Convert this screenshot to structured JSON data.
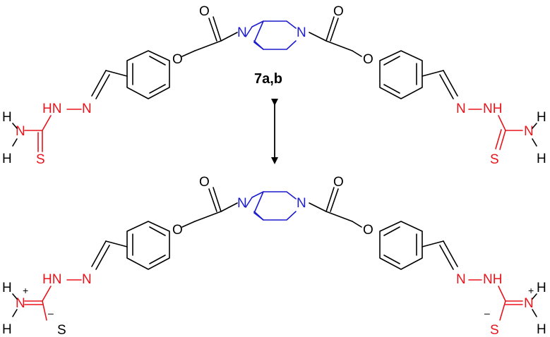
{
  "diagram": {
    "compound_label": "7a,b",
    "colors": {
      "bond": "#000000",
      "thiosemicarbazide": "#e8141c",
      "piperazine": "#1c1ccf"
    },
    "atoms": {
      "oxygen": "O",
      "nitrogen": "N",
      "sulfur": "S",
      "hydrogen": "H",
      "nh": "NH",
      "hn": "HN",
      "plus": "+",
      "minus": "–"
    }
  }
}
